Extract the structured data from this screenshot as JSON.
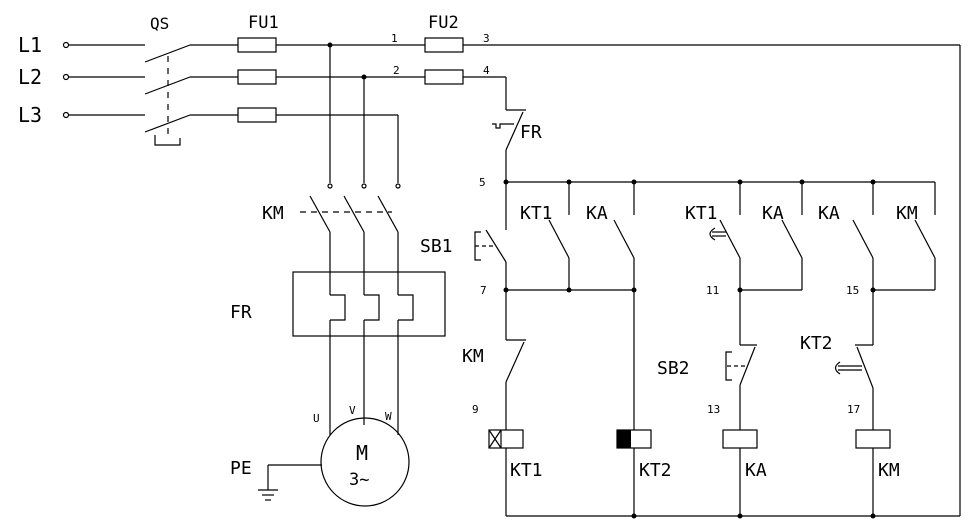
{
  "supply": {
    "l1": "L1",
    "l2": "L2",
    "l3": "L3"
  },
  "main_circuit": {
    "switch_label": "QS",
    "fuse_main_label": "FU1",
    "fuse_control_label": "FU2",
    "contactor_label": "KM",
    "overload_label": "FR",
    "motor_name": "M",
    "motor_phase": "3~",
    "terminal_u": "U",
    "terminal_v": "V",
    "terminal_w": "W",
    "earth_label": "PE"
  },
  "control_circuit": {
    "fr_contact_label": "FR",
    "sb1_label": "SB1",
    "sb2_label": "SB2",
    "kt1_contact_label": "KT1",
    "ka_contact_label_1": "KA",
    "kt1_delay_label": "KT1",
    "ka_contact_label_2": "KA",
    "ka_contact_label_3": "KA",
    "km_contact_label_1": "KM",
    "km_contact_label_2": "KM",
    "kt2_delay_label": "KT2"
  },
  "coils": {
    "kt1": "KT1",
    "kt2": "KT2",
    "ka": "KA",
    "km": "KM"
  },
  "nodes": {
    "n1": "1",
    "n2": "2",
    "n3": "3",
    "n4": "4",
    "n5": "5",
    "n7": "7",
    "n9": "9",
    "n11": "11",
    "n13": "13",
    "n15": "15",
    "n17": "17"
  }
}
